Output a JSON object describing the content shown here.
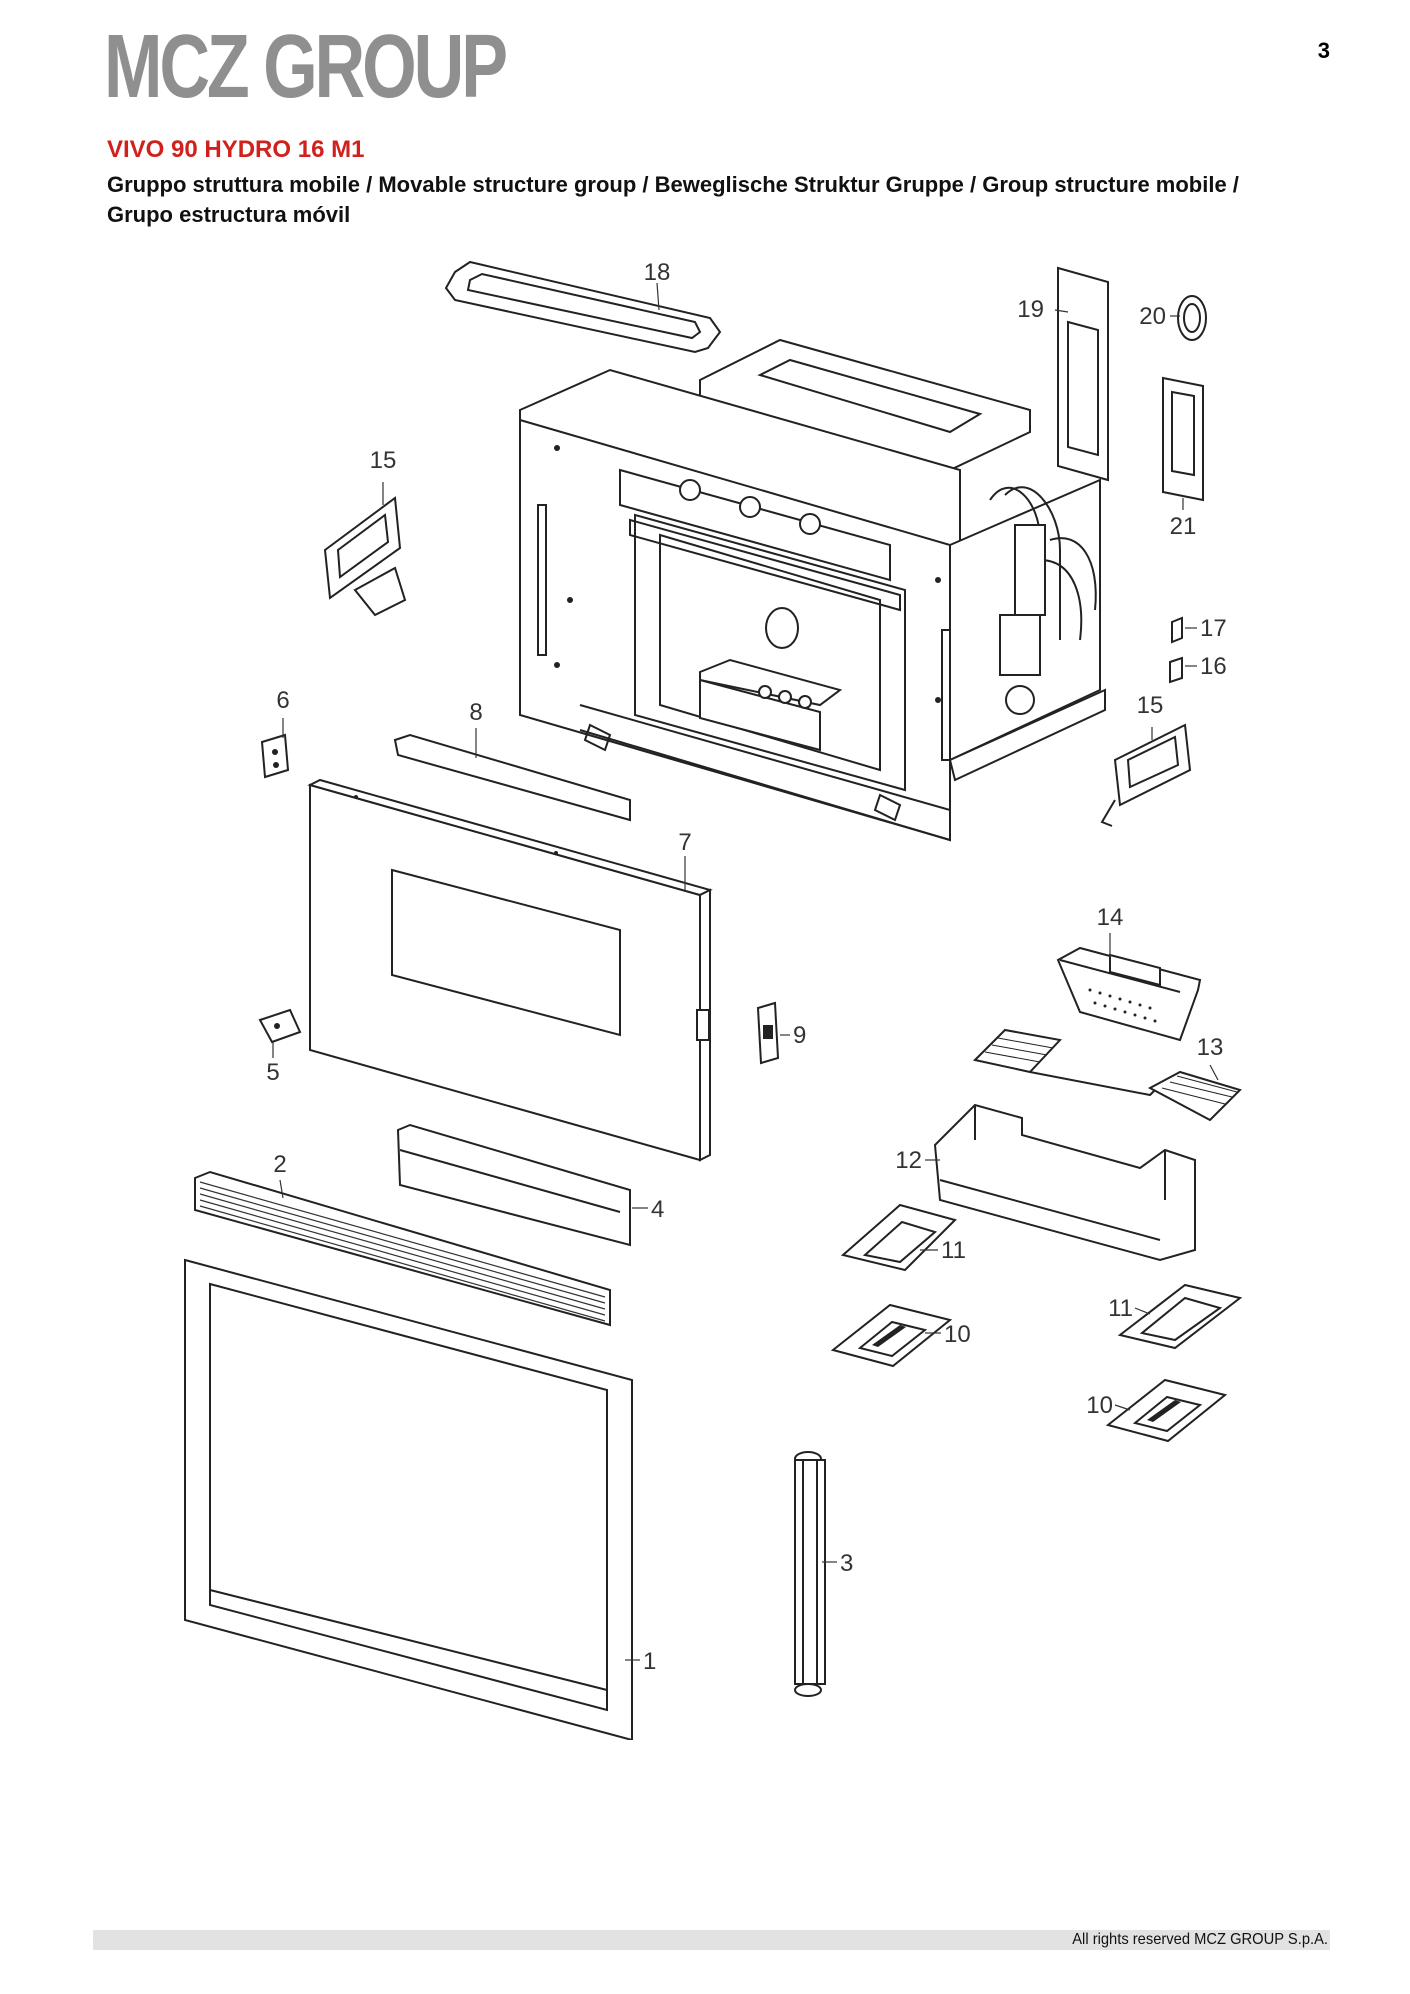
{
  "header": {
    "logo_text": "MCZ GROUP",
    "page_number": "3"
  },
  "title": {
    "model": "VIVO 90 HYDRO 16 M1",
    "description": "Gruppo struttura mobile / Movable structure group / Beweglische Struktur Gruppe / Group structure mobile / Grupo estructura móvil"
  },
  "diagram": {
    "callouts": {
      "c1": "1",
      "c2": "2",
      "c3": "3",
      "c4": "4",
      "c5": "5",
      "c6": "6",
      "c7": "7",
      "c8": "8",
      "c9": "9",
      "c10a": "10",
      "c10b": "10",
      "c11a": "11",
      "c11b": "11",
      "c12": "12",
      "c13": "13",
      "c14": "14",
      "c15a": "15",
      "c15b": "15",
      "c16": "16",
      "c17": "17",
      "c18": "18",
      "c19": "19",
      "c20": "20",
      "c21": "21"
    }
  },
  "footer": {
    "copyright": "All rights reserved MCZ GROUP S.p.A."
  },
  "colors": {
    "logo": "#8f8f8f",
    "title_red": "#d0211c",
    "footer_bar": "#e2e2e2"
  }
}
